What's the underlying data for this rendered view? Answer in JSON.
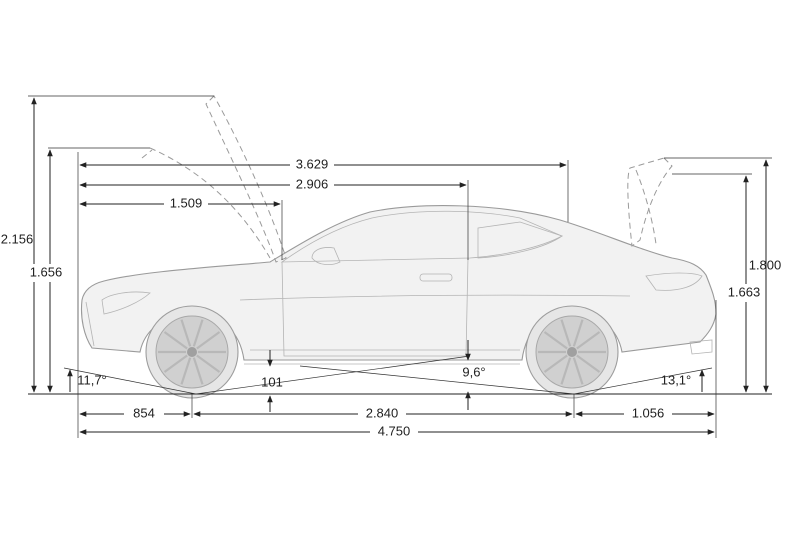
{
  "dimensions": {
    "total_height_hood_open": "2.156",
    "height": "1.656",
    "length_hood_to_rear": "3.629",
    "length_hood_to_door": "2.906",
    "length_hood_tip": "1.509",
    "trunk_open_height": "1.800",
    "rear_height": "1.663",
    "approach_angle": "11,7°",
    "ground_clearance": "101",
    "ramp_angle": "9,6°",
    "departure_angle": "13,1°",
    "front_overhang": "854",
    "wheelbase": "2.840",
    "rear_overhang": "1.056",
    "total_length": "4.750"
  },
  "colors": {
    "dimension_lines": "#222222",
    "vehicle_outline": "#9a9a9a",
    "background": "#ffffff"
  }
}
